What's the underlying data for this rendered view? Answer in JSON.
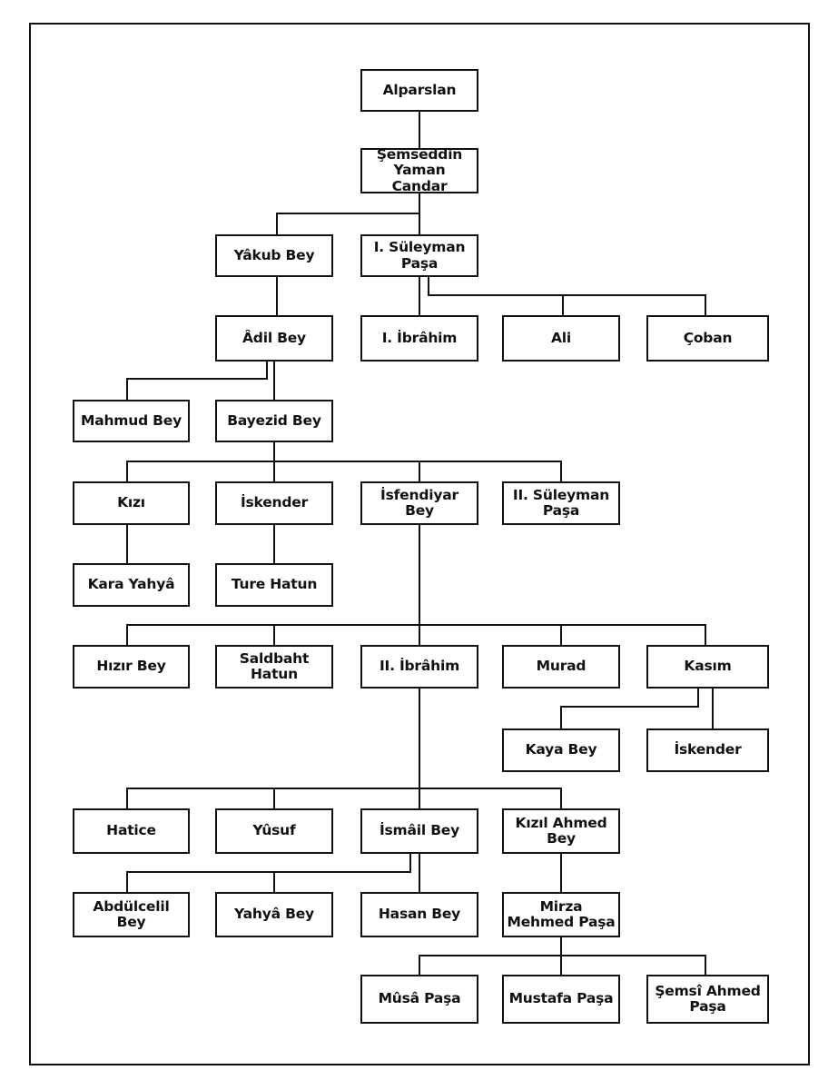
{
  "nodes": {
    "alparslan": "Alparslan",
    "semseddin_1": "Şemseddin",
    "semseddin_2": "Yaman Candar",
    "yakub": "Yâkub Bey",
    "suleyman1_1": "I. Süleyman",
    "suleyman1_2": "Paşa",
    "adil": "Âdil Bey",
    "ibrahim1": "I. İbrâhim",
    "ali": "Ali",
    "coban": "Çoban",
    "mahmud": "Mahmud Bey",
    "bayezid": "Bayezid Bey",
    "kizi": "Kızı",
    "iskender1": "İskender",
    "isfendiyar": "İsfendiyar Bey",
    "suleyman2_1": "II. Süleyman",
    "suleyman2_2": "Paşa",
    "kara_yahya": "Kara Yahyâ",
    "ture_hatun": "Ture Hatun",
    "hizir": "Hızır Bey",
    "saidbaht_1": "Saldbaht",
    "saidbaht_2": "Hatun",
    "ibrahim2": "II. İbrâhim",
    "murad": "Murad",
    "kasim": "Kasım",
    "kaya": "Kaya Bey",
    "iskender2": "İskender",
    "hatice": "Hatice",
    "yusuf": "Yûsuf",
    "ismail": "İsmâil Bey",
    "kizil_1": "Kızıl Ahmed",
    "kizil_2": "Bey",
    "abdulcelil": "Abdülcelil Bey",
    "yahya": "Yahyâ Bey",
    "hasan": "Hasan Bey",
    "mirza_1": "Mirza",
    "mirza_2": "Mehmed Paşa",
    "musa": "Mûsâ Paşa",
    "mustafa": "Mustafa Paşa",
    "semsi_1": "Şemsî Ahmed",
    "semsi_2": "Paşa"
  }
}
